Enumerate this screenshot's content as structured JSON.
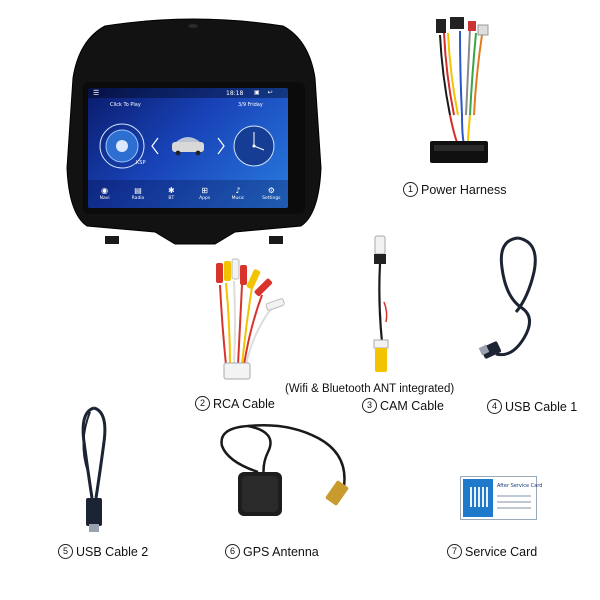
{
  "labels": {
    "power_harness": {
      "num": "1",
      "text": "Power Harness"
    },
    "rca_cable": {
      "num": "2",
      "text": "RCA Cable"
    },
    "cam_cable": {
      "num": "3",
      "text": "CAM Cable"
    },
    "usb_cable_1": {
      "num": "4",
      "text": "USB Cable 1"
    },
    "usb_cable_2": {
      "num": "5",
      "text": "USB Cable 2"
    },
    "gps_antenna": {
      "num": "6",
      "text": "GPS Antenna"
    },
    "service_card": {
      "num": "7",
      "text": "Service Card"
    },
    "wifi_note": "(Wifi & Bluetooth ANT integrated)"
  },
  "head_unit_screen": {
    "time": "18:18",
    "left_widget": "Click To Play",
    "right_widget": "3/9 Friday",
    "dock": [
      {
        "label": "Navi",
        "icon": "location-pin-icon",
        "glyph": "◉"
      },
      {
        "label": "Radio",
        "icon": "radio-icon",
        "glyph": "▤"
      },
      {
        "label": "BT",
        "icon": "bluetooth-icon",
        "glyph": "✱"
      },
      {
        "label": "Apps",
        "icon": "apps-grid-icon",
        "glyph": "⊞"
      },
      {
        "label": "Music",
        "icon": "music-note-icon",
        "glyph": "♪"
      },
      {
        "label": "Settings",
        "icon": "gear-icon",
        "glyph": "⚙"
      }
    ]
  },
  "service_card_text": {
    "title": "After Service Card"
  },
  "colors": {
    "screen_blue": "#1843b8",
    "bezel": "#111111",
    "rca_red": "#d8342b",
    "rca_yellow": "#f2c400",
    "rca_white": "#f2f2f2",
    "card_blue": "#1f7acc"
  }
}
